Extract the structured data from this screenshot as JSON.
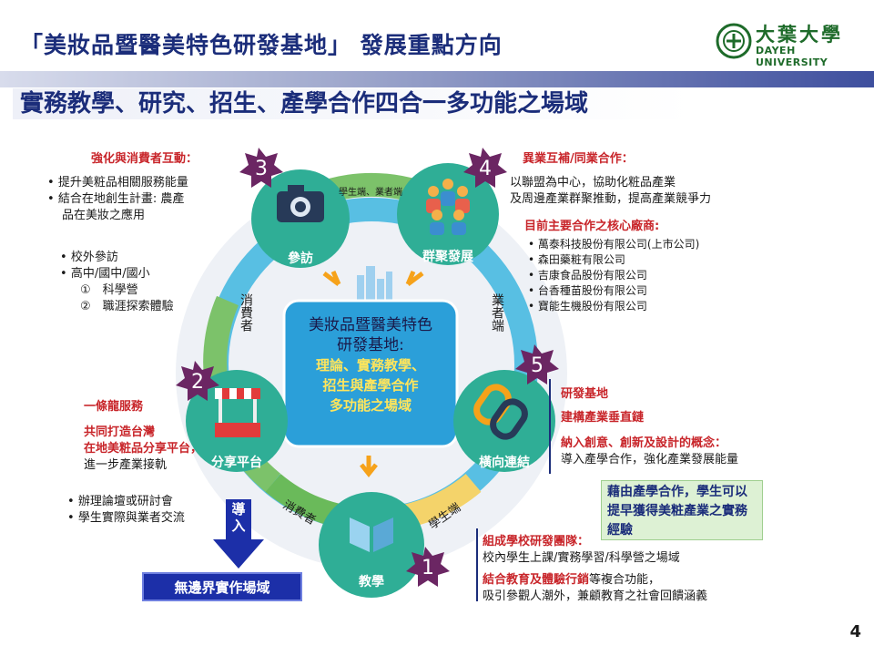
{
  "header": {
    "title": "「美妝品暨醫美特色研發基地」 發展重點方向",
    "logo_zh": "大葉大學",
    "logo_en": "DAYEH UNIVERSITY"
  },
  "subtitle": "實務教學、研究、招生、產學合作四合一多功能之場域",
  "page_number": "4",
  "hub": {
    "line1": "美妝品暨醫美特色",
    "line2": "研發基地:",
    "line3": "理論、實務教學、",
    "line4": "招生與產學合作",
    "line5": "多功能之場域"
  },
  "nodes": {
    "visit": {
      "label": "參訪",
      "badge": "3"
    },
    "cluster": {
      "label": "群聚發展",
      "badge": "4"
    },
    "share": {
      "label": "分享平台",
      "badge": "2"
    },
    "link": {
      "label": "橫向連結",
      "badge": "5"
    },
    "teach": {
      "label": "教學",
      "badge": "1"
    }
  },
  "ring_labels": {
    "top": "學生端、業者端",
    "left": "消費者",
    "right": "業者端",
    "bottom_left": "消費者",
    "bottom_right": "學生端"
  },
  "import_label": "導入",
  "boundless": "無邊界實作場域",
  "left_top": {
    "heading": "強化與消費者互動：",
    "items": [
      "提升美粧品相關服務能量",
      "結合在地創生計畫: 農產",
      "品在美妝之應用"
    ]
  },
  "left_mid": {
    "items": [
      "校外參訪",
      "高中/國中/國小"
    ],
    "sub": [
      "①　科學營",
      "②　職涯探索體驗"
    ]
  },
  "left_share": {
    "heading": "一條龍服務",
    "line1": "共同打造台灣",
    "line2": "在地美粧品分享平台，",
    "line3": "進一步產業接軌"
  },
  "left_bottom": {
    "items": [
      "辦理論壇或研討會",
      "學生實際與業者交流"
    ]
  },
  "right_top": {
    "heading": "異業互補/同業合作：",
    "line1": "以聯盟為中心，協助化粧品產業",
    "line2": "及周邊產業群聚推動，提高產業競爭力",
    "partners_heading": "目前主要合作之核心廠商:",
    "partners": [
      "萬泰科技股份有限公司(上市公司)",
      "森田藥粧有限公司",
      "吉康食品股份有限公司",
      "台香種苗股份有限公司",
      "寶能生機股份有限公司"
    ]
  },
  "right_mid": {
    "line1": "研發基地",
    "line2": "建構產業垂直鏈",
    "line3": "納入創意、創新及設計的概念：",
    "line4": "導入產學合作，強化產業發展能量"
  },
  "callout": "藉由產學合作，學生可以提早獲得美粧產業之實務經驗",
  "right_bottom": {
    "heading": "組成學校研發團隊：",
    "line1": "校內學生上課/實務學習/科學營之場域",
    "heading2": "結合教育及體驗行銷",
    "line2_suffix": "等複合功能，",
    "line3": "吸引參觀人潮外，兼顧教育之社會回饋涵義"
  }
}
